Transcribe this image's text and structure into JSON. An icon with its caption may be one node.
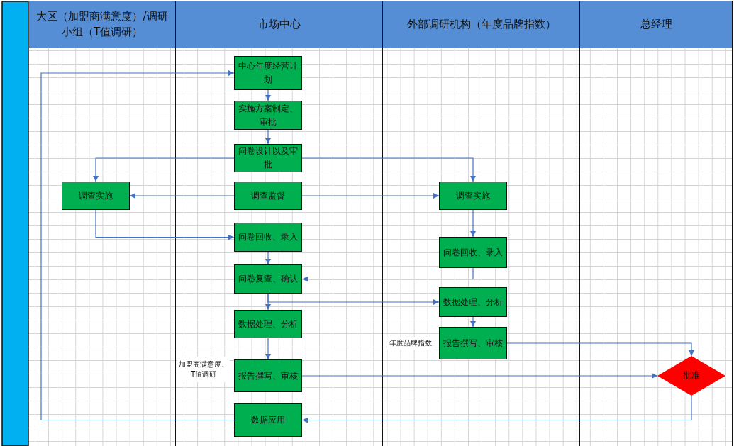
{
  "diagram": {
    "nodes": [
      {
        "text": [],
        "shape": "bar"
      },
      {
        "text": [
          "大区（加盟商满意度）/调研小组（T值调研）"
        ]
      },
      {
        "text": [
          "市场中心"
        ]
      },
      {
        "text": [
          "外部调研机构（年度品牌指数）"
        ]
      },
      {
        "text": [
          "总经理"
        ]
      },
      {
        "text": [
          "中心年度经营计划"
        ],
        "in": 2
      },
      {
        "text": [
          "实施方案制定、审批"
        ],
        "in": 2
      },
      {
        "text": [
          "问卷设计以及审批"
        ],
        "in": 2
      },
      {
        "text": [
          "调查实施"
        ],
        "in": 1
      },
      {
        "text": [
          "调查监督"
        ],
        "in": 2
      },
      {
        "text": [
          "调查实施"
        ],
        "in": 3
      },
      {
        "text": [
          "问卷回收、录入"
        ],
        "in": 2
      },
      {
        "text": [
          "问卷回收、录入"
        ],
        "in": 3
      },
      {
        "text": [
          "问卷复查、确认"
        ],
        "in": 2
      },
      {
        "text": [
          "数据处理、分析"
        ],
        "in": 3
      },
      {
        "text": [
          "数据处理、分析"
        ],
        "in": 2
      },
      {
        "text": [
          "报告撰写、审核"
        ],
        "in": 3,
        "beside": [
          "年度品牌指数"
        ]
      },
      {
        "text": [
          "报告撰写、审核"
        ],
        "in": 2,
        "beside": [
          "加盟商满意度、T值调研"
        ]
      },
      {
        "text": [
          "批准"
        ],
        "in": 4
      },
      {
        "text": [
          "数据应用"
        ],
        "in": 2
      }
    ],
    "edges": [
      {
        "from": 5,
        "to": 6,
        "arrow": "to"
      },
      {
        "from": 6,
        "to": 7,
        "arrow": "to"
      },
      {
        "from": 7,
        "to": 8,
        "arrow": "to"
      },
      {
        "from": 7,
        "to": 10,
        "arrow": "to"
      },
      {
        "from": 9,
        "to": 8,
        "arrow": "to"
      },
      {
        "from": 9,
        "to": 10,
        "arrow": "to"
      },
      {
        "from": 8,
        "to": 11,
        "arrow": "to"
      },
      {
        "from": 11,
        "to": 13,
        "arrow": "to"
      },
      {
        "from": 10,
        "to": 12,
        "arrow": "to"
      },
      {
        "from": 12,
        "to": 13,
        "arrow": "to"
      },
      {
        "from": 13,
        "to": 15,
        "arrow": "to"
      },
      {
        "from": 13,
        "to": 14,
        "arrow": "to"
      },
      {
        "from": 15,
        "to": 17,
        "arrow": "to"
      },
      {
        "from": 14,
        "to": 16,
        "arrow": "to"
      },
      {
        "from": 16,
        "to": 18,
        "arrow": "to"
      },
      {
        "from": 17,
        "to": 18,
        "arrow": "to"
      },
      {
        "from": 18,
        "to": 19,
        "arrow": "to"
      },
      {
        "from": 19,
        "to": 5,
        "arrow": "to"
      }
    ]
  }
}
